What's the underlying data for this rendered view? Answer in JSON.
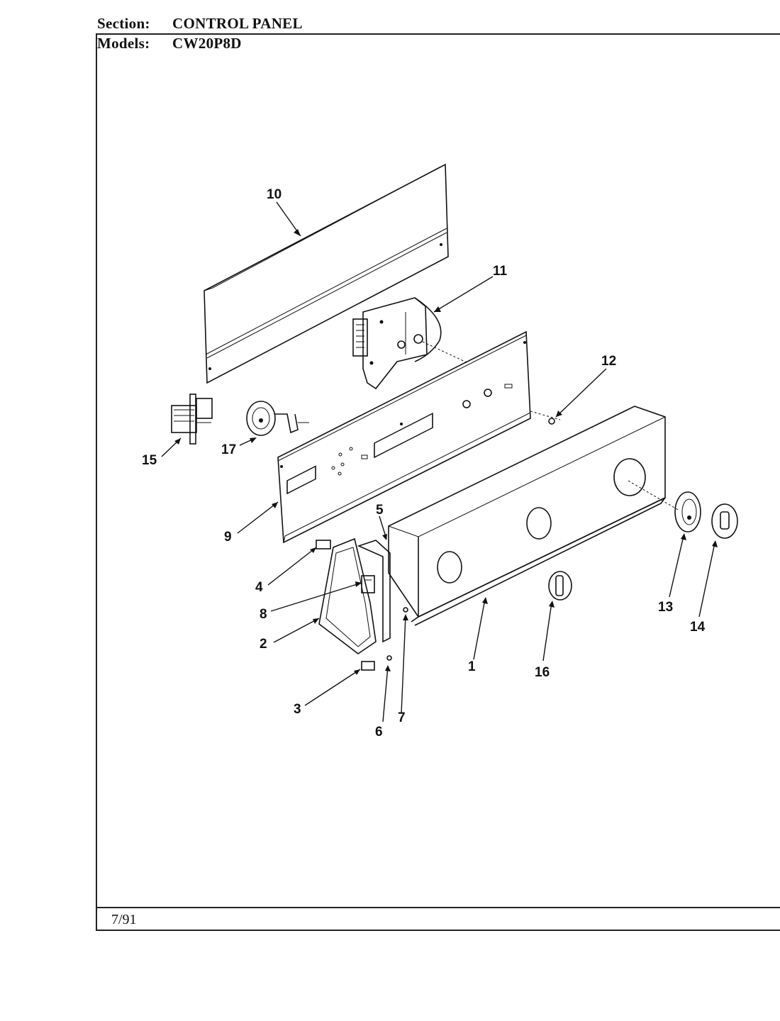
{
  "header": {
    "section_label": "Section:",
    "section_value": "CONTROL PANEL",
    "models_label": "Models:",
    "models_value": "CW20P8D"
  },
  "footer": {
    "date": "7/91"
  },
  "callouts": [
    {
      "id": "c1",
      "text": "1"
    },
    {
      "id": "c2",
      "text": "2"
    },
    {
      "id": "c3",
      "text": "3"
    },
    {
      "id": "c4",
      "text": "4"
    },
    {
      "id": "c5",
      "text": "5"
    },
    {
      "id": "c6",
      "text": "6"
    },
    {
      "id": "c7",
      "text": "7"
    },
    {
      "id": "c8",
      "text": "8"
    },
    {
      "id": "c9",
      "text": "9"
    },
    {
      "id": "c10",
      "text": "10"
    },
    {
      "id": "c11",
      "text": "11"
    },
    {
      "id": "c12",
      "text": "12"
    },
    {
      "id": "c13",
      "text": "13"
    },
    {
      "id": "c14",
      "text": "14"
    },
    {
      "id": "c15",
      "text": "15"
    },
    {
      "id": "c16",
      "text": "16"
    },
    {
      "id": "c17",
      "text": "17"
    }
  ]
}
